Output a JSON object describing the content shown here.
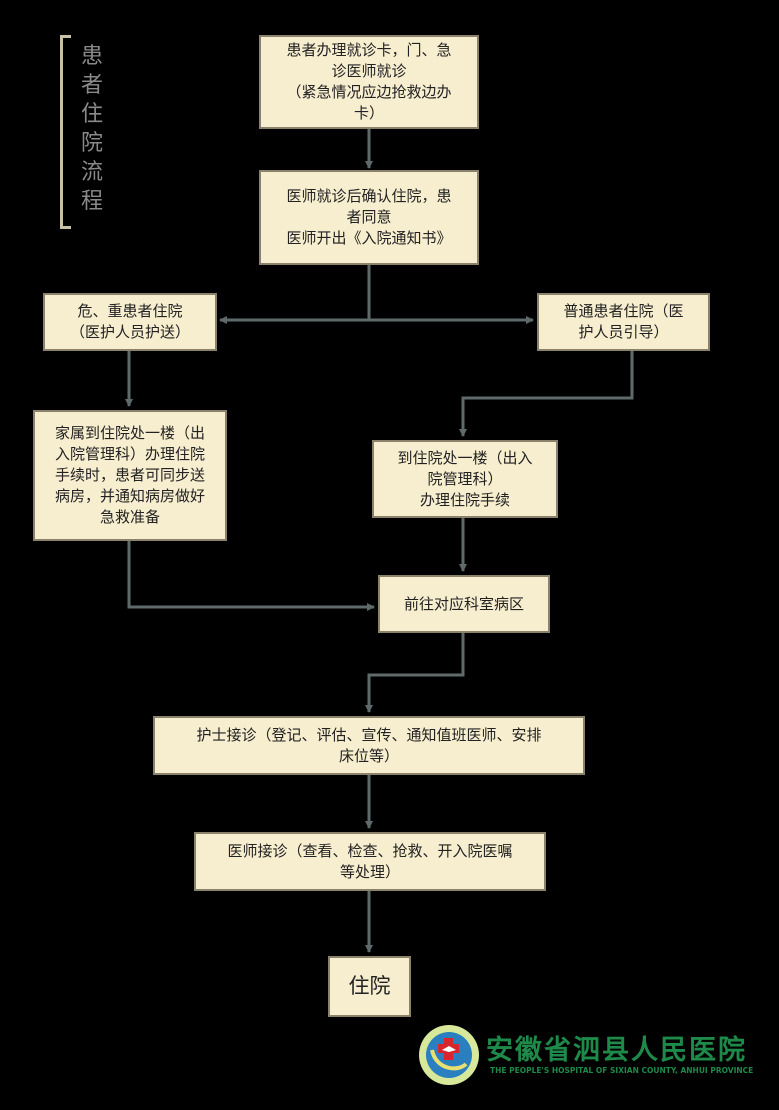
{
  "title": "患者住院流程",
  "steps": {
    "s1": "患者办理就诊卡，门、急\n诊医师就诊\n（紧急情况应边抢救边办\n卡）",
    "s2": "医师就诊后确认住院，患\n者同意\n医师开出《入院通知书》",
    "s3": "危、重患者住院\n（医护人员护送）",
    "s4": "普通患者住院（医\n护人员引导）",
    "s5": "家属到住院处一楼（出\n入院管理科）办理住院\n手续时，患者可同步送\n病房，并通知病房做好\n急救准备",
    "s6": "到住院处一楼（出入\n院管理科）\n办理住院手续",
    "s7": "前往对应科室病区",
    "s8": "护士接诊（登记、评估、宣传、通知值班医师、安排\n床位等）",
    "s9": "医师接诊（查看、检查、抢救、开入院医嘱\n等处理）",
    "s10": "住院"
  },
  "logo": {
    "name_cn": "安徽省泗县人民医院",
    "name_en": "THE PEOPLE'S HOSPITAL OF SIXIAN COUNTY, ANHUI PROVINCE"
  },
  "colors": {
    "box_fill": "#f7edcf",
    "box_border": "#8a826a",
    "arrow": "#5f6b6b",
    "logo_green": "#1e8a4a"
  }
}
